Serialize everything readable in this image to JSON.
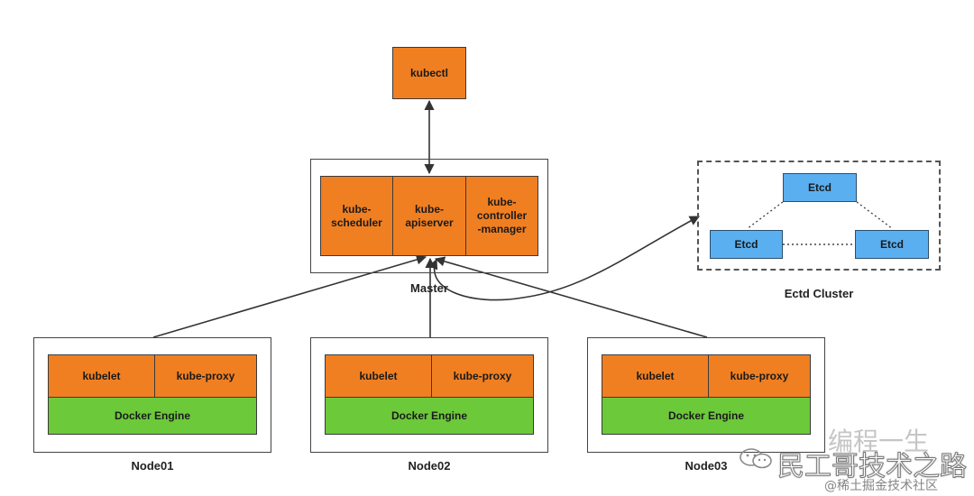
{
  "kubectl": "kubectl",
  "master": {
    "label": "Master",
    "components": [
      "kube-\nscheduler",
      "kube-\napiserver",
      "kube-\ncontroller\n-manager"
    ]
  },
  "etcd_cluster": {
    "label": "Ectd Cluster",
    "nodes": [
      "Etcd",
      "Etcd",
      "Etcd"
    ]
  },
  "nodes": [
    {
      "label": "Node01",
      "kubelet": "kubelet",
      "proxy": "kube-proxy",
      "engine": "Docker Engine"
    },
    {
      "label": "Node02",
      "kubelet": "kubelet",
      "proxy": "kube-proxy",
      "engine": "Docker Engine"
    },
    {
      "label": "Node03",
      "kubelet": "kubelet",
      "proxy": "kube-proxy",
      "engine": "Docker Engine"
    }
  ],
  "watermark": {
    "line1": "编程一生",
    "line2": "民工哥技术之路",
    "line3": "@稀土掘金技术社区"
  },
  "colors": {
    "component": "#f07f22",
    "engine": "#6cc93a",
    "etcd": "#5aaff0"
  }
}
